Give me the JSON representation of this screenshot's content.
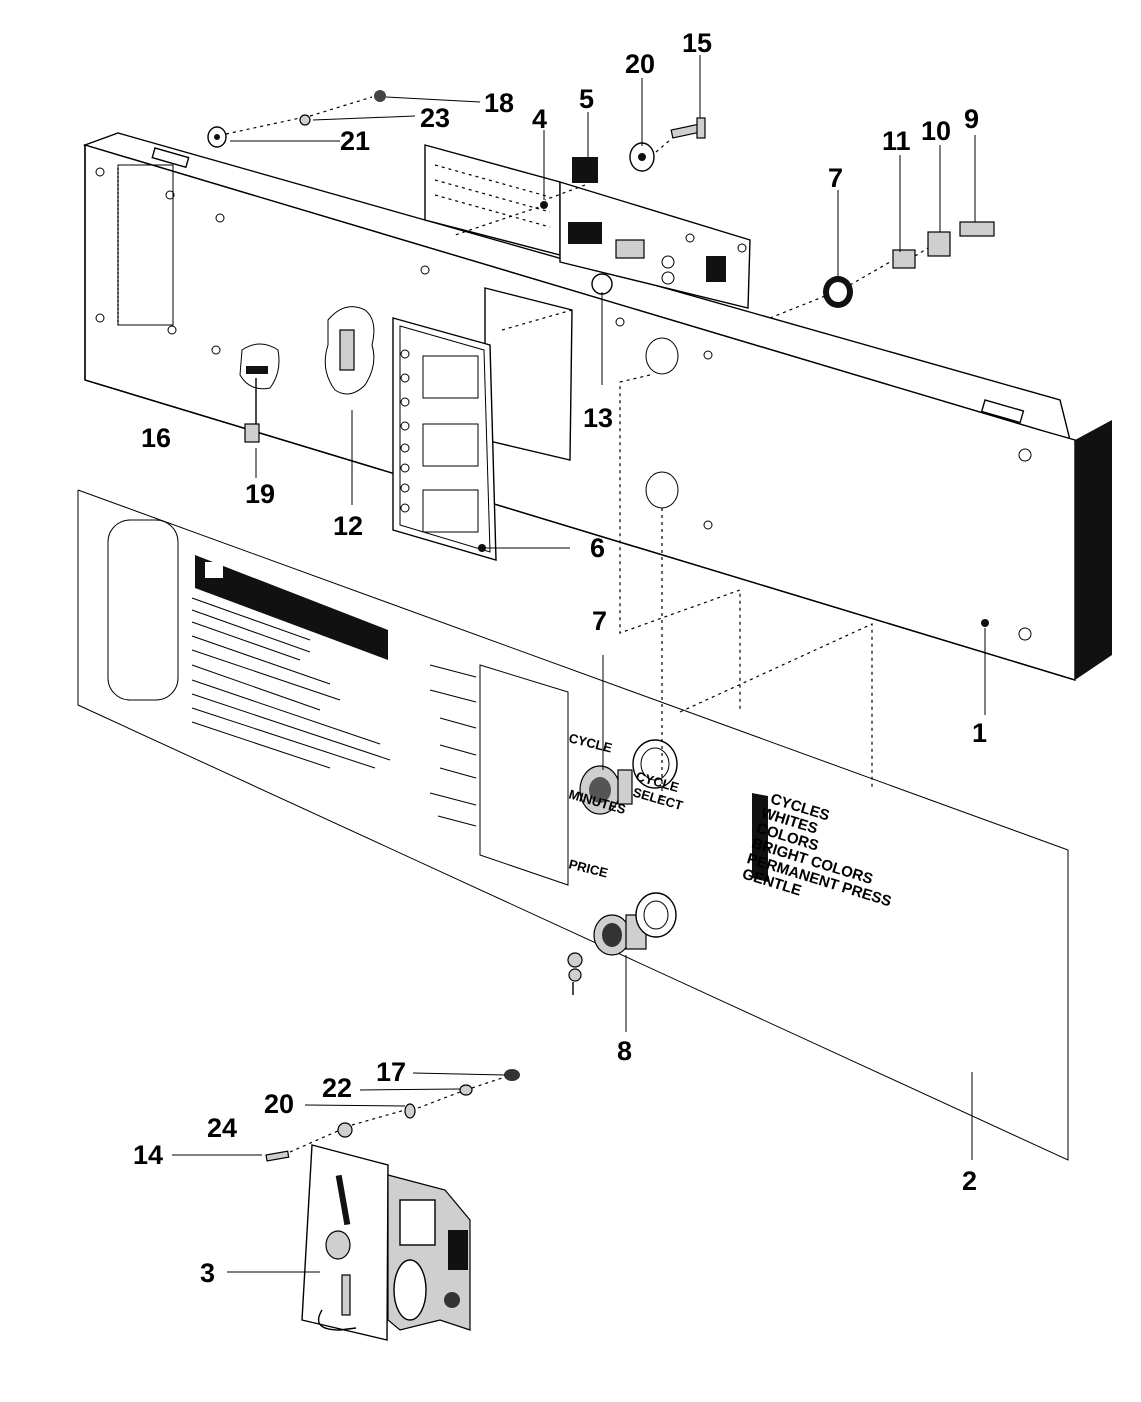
{
  "callouts": {
    "c1": "1",
    "c2": "2",
    "c3": "3",
    "c4": "4",
    "c5": "5",
    "c6": "6",
    "c7a": "7",
    "c7b": "7",
    "c8": "8",
    "c9": "9",
    "c10": "10",
    "c11": "11",
    "c12": "12",
    "c13": "13",
    "c14": "14",
    "c15": "15",
    "c16": "16",
    "c17": "17",
    "c18": "18",
    "c19": "19",
    "c20a": "20",
    "c20b": "20",
    "c21": "21",
    "c22": "22",
    "c23": "23",
    "c24": "24"
  },
  "overlay": {
    "cycle_label": "CYCLE",
    "cycle_select_1": "CYCLE",
    "cycle_select_2": "SELECT",
    "minutes": "MINUTES",
    "price": "PRICE",
    "cycles_title": "CYCLES",
    "cycles": [
      "WHITES",
      "COLORS",
      "BRIGHT COLORS",
      "PERMANENT PRESS",
      "GENTLE"
    ]
  }
}
